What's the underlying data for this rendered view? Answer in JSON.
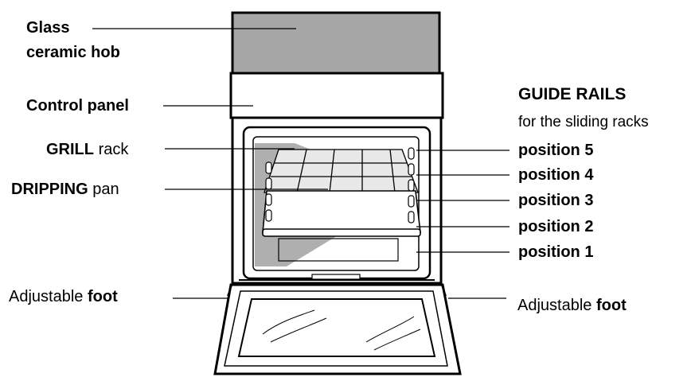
{
  "labels": {
    "glass_hob_line1": "Glass",
    "glass_hob_line2": "ceramic hob",
    "control_panel": "Control panel",
    "grill_rack_bold": "GRILL",
    "grill_rack_rest": "rack",
    "dripping_pan_bold": "DRIPPING",
    "dripping_pan_rest": "pan",
    "foot_left_text": "Adjustable",
    "foot_left_bold": "foot",
    "foot_right_text": "Adjustable",
    "foot_right_bold": "foot",
    "guide_rails_title": "GUIDE RAILS",
    "guide_rails_subtitle": "for the sliding racks",
    "positions": [
      "position 5",
      "position 4",
      "position 3",
      "position 2",
      "position 1"
    ]
  },
  "colors": {
    "line": "#000000",
    "shading": "#a6a6a6",
    "background": "#ffffff"
  }
}
